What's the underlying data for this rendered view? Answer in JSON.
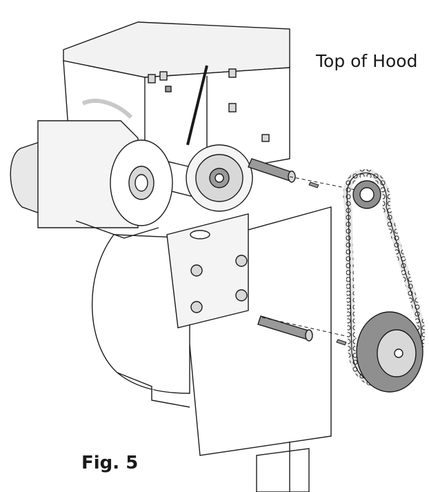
{
  "labels": {
    "top_of_hood": "Top of Hood",
    "figure": "Fig. 5"
  },
  "colors": {
    "line": "#1a1a1a",
    "metal_light": "#f4f4f4",
    "metal_mid": "#d8d8d8",
    "metal_dark": "#9a9a9a",
    "sprocket": "#8f8f8f",
    "background": "#ffffff"
  },
  "parts": {
    "motor": "motor",
    "gear_box": "operator-housing",
    "sprockets": "sprocket",
    "chain": "roller-chain",
    "shaft": "drive-shaft",
    "key": "shaft-key",
    "mount_plate": "mounting-plate",
    "hood": "door-hood"
  }
}
